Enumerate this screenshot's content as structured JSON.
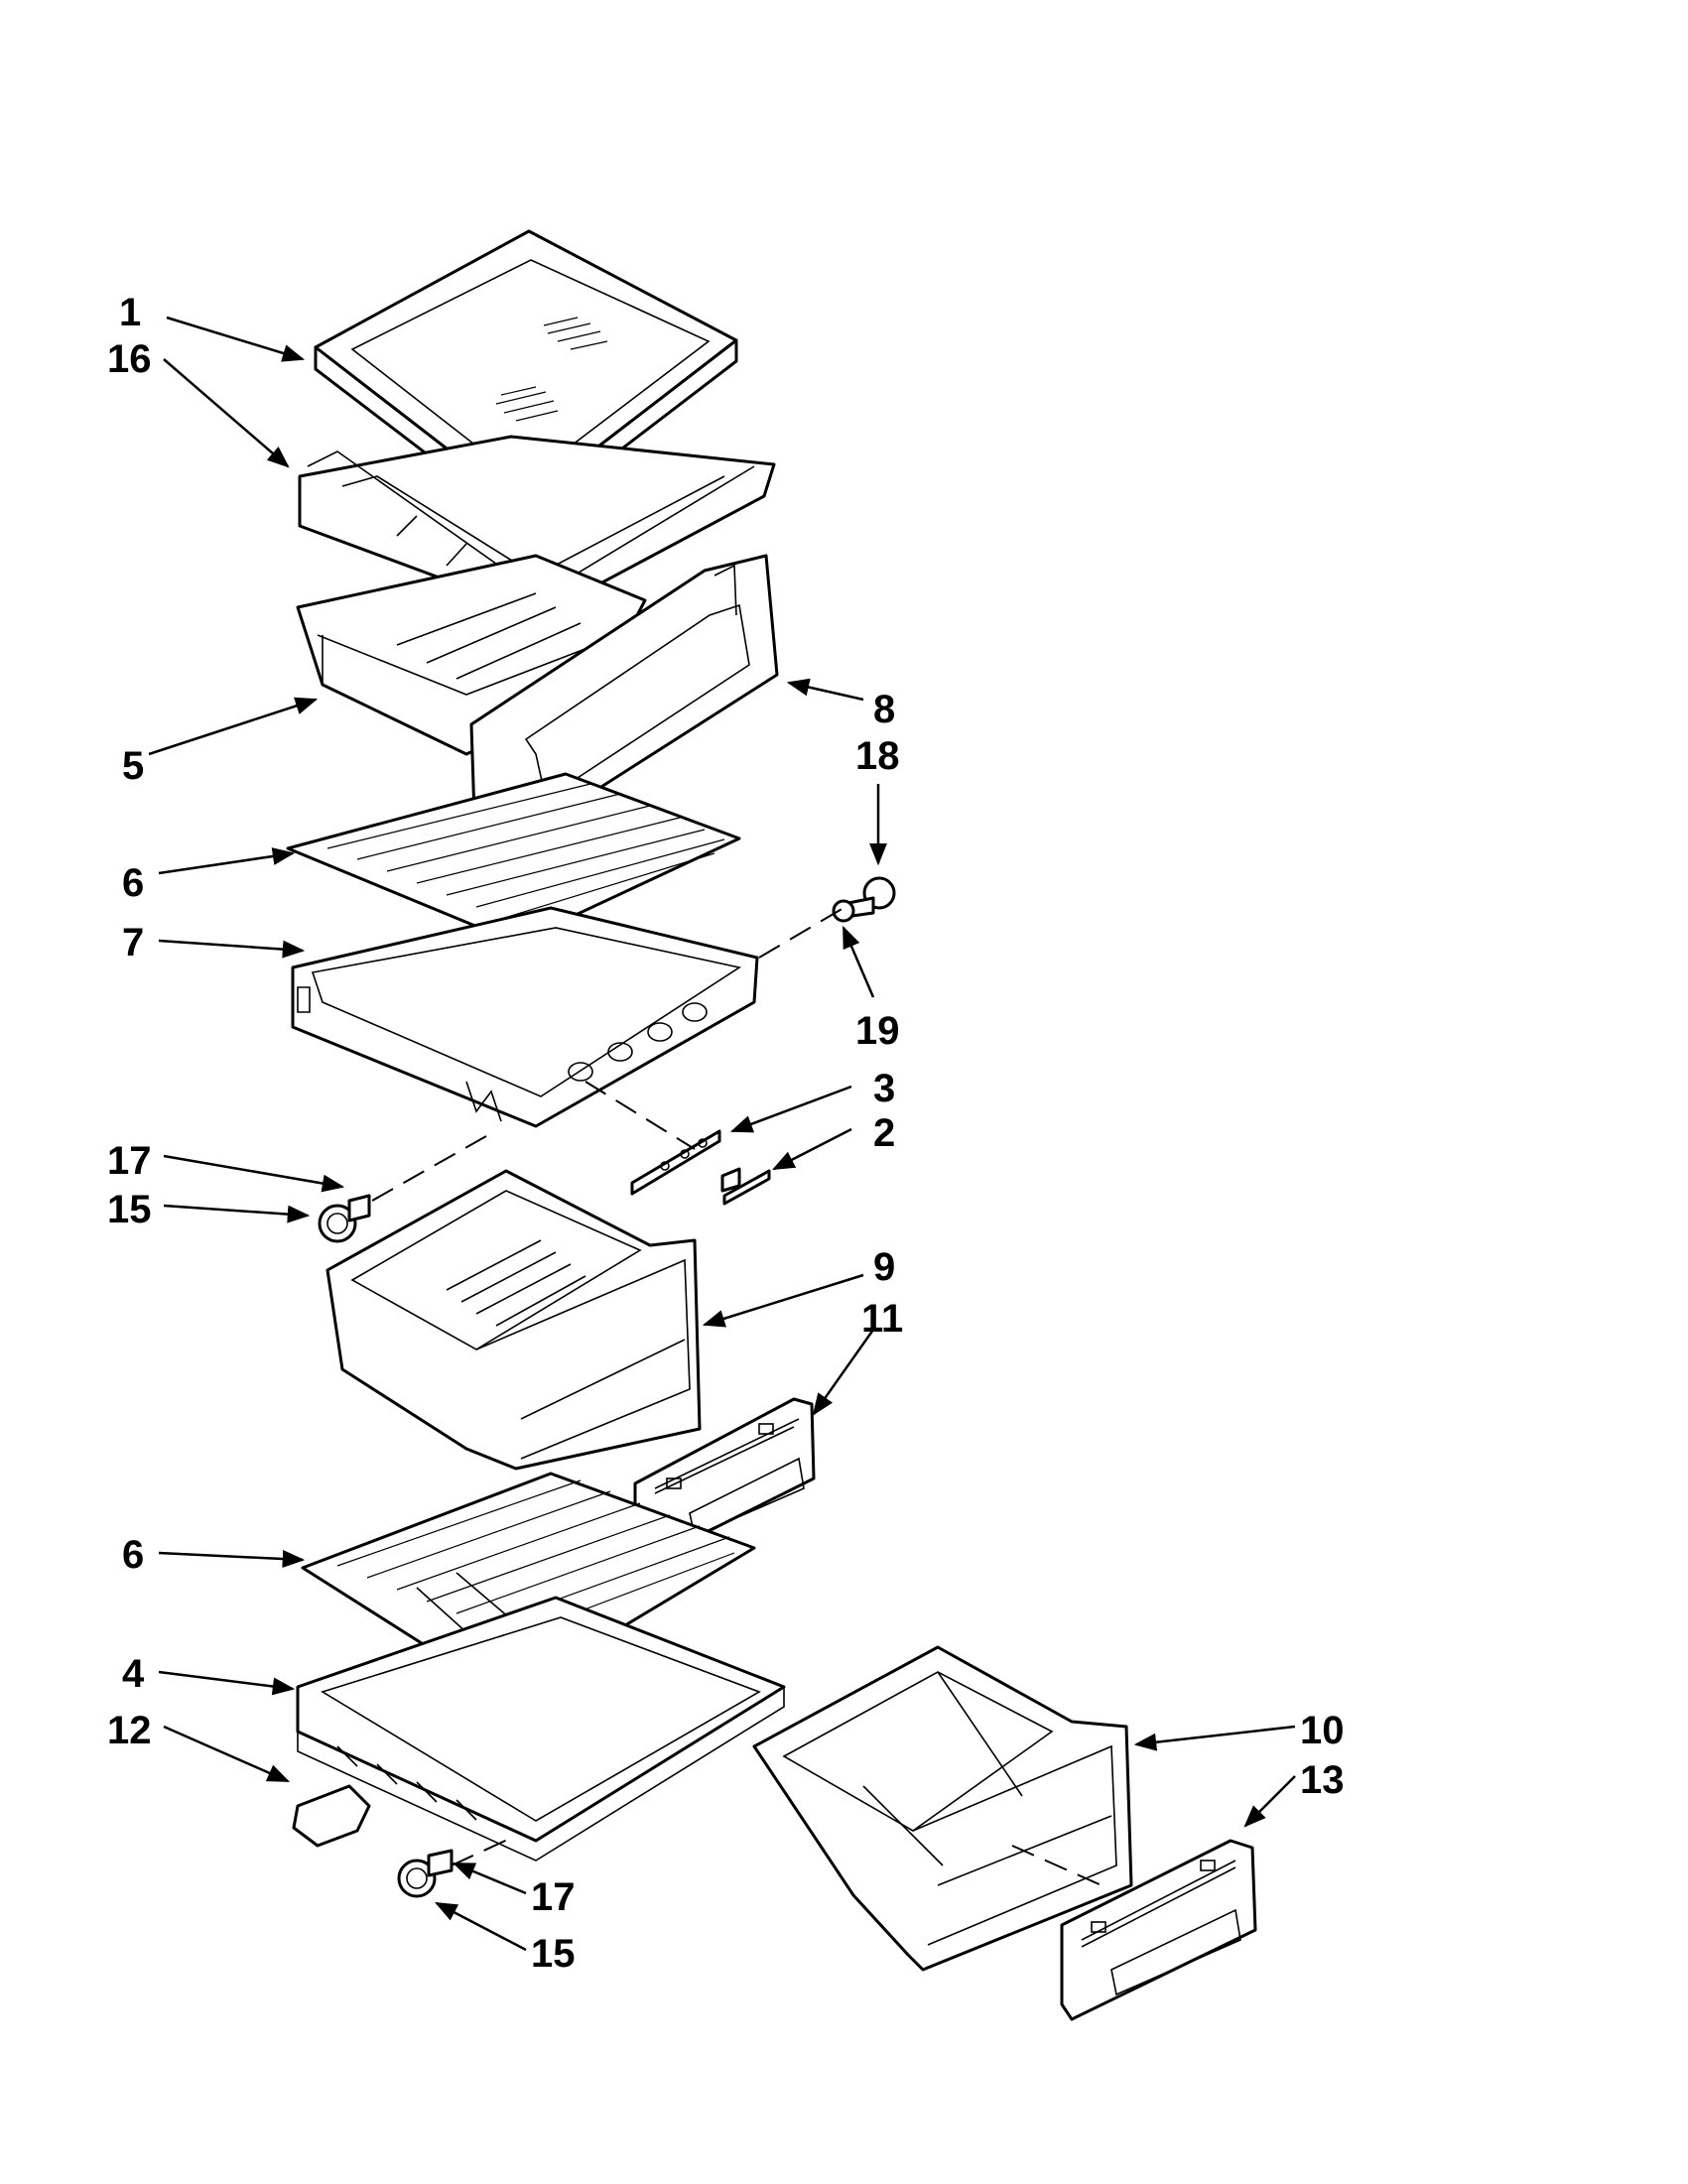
{
  "diagram": {
    "colors": {
      "ink": "#000000",
      "paper": "#ffffff"
    },
    "callouts": [
      {
        "id": "c1",
        "label": "1"
      },
      {
        "id": "c16",
        "label": "16"
      },
      {
        "id": "c8",
        "label": "8"
      },
      {
        "id": "c5",
        "label": "5"
      },
      {
        "id": "c18",
        "label": "18"
      },
      {
        "id": "c6a",
        "label": "6"
      },
      {
        "id": "c7",
        "label": "7"
      },
      {
        "id": "c19",
        "label": "19"
      },
      {
        "id": "c3",
        "label": "3"
      },
      {
        "id": "c2",
        "label": "2"
      },
      {
        "id": "c17a",
        "label": "17"
      },
      {
        "id": "c15a",
        "label": "15"
      },
      {
        "id": "c9",
        "label": "9"
      },
      {
        "id": "c11",
        "label": "11"
      },
      {
        "id": "c6b",
        "label": "6"
      },
      {
        "id": "c4",
        "label": "4"
      },
      {
        "id": "c12",
        "label": "12"
      },
      {
        "id": "c10",
        "label": "10"
      },
      {
        "id": "c13",
        "label": "13"
      },
      {
        "id": "c17b",
        "label": "17"
      },
      {
        "id": "c15b",
        "label": "15"
      }
    ]
  }
}
